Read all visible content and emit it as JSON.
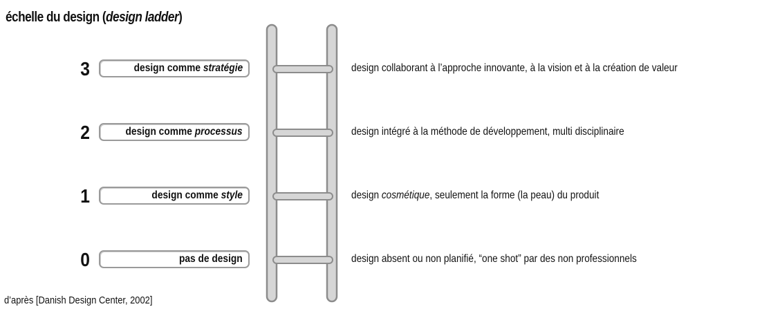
{
  "title": {
    "main": "échelle du design (",
    "italic": "design ladder",
    "end": ")"
  },
  "levels": [
    {
      "number": "3",
      "label_main": "design comme ",
      "label_italic": "stratégie",
      "desc_before": "design collaborant à l’approche innovante, à la vision et à la création de valeur",
      "desc_italic": "",
      "desc_after": ""
    },
    {
      "number": "2",
      "label_main": "design comme ",
      "label_italic": "processus",
      "desc_before": "design intégré à la méthode de développement, multi disciplinaire",
      "desc_italic": "",
      "desc_after": ""
    },
    {
      "number": "1",
      "label_main": "design comme ",
      "label_italic": "style",
      "desc_before": "design ",
      "desc_italic": "cosmétique",
      "desc_after": ", seulement la forme (la peau) du produit"
    },
    {
      "number": "0",
      "label_main": "pas de design",
      "label_italic": "",
      "desc_before": "design absent ou non planifié, “one shot” par des non professionnels",
      "desc_italic": "",
      "desc_after": ""
    }
  ],
  "source": "d’après [Danish Design Center, 2002]",
  "colors": {
    "ladder_stroke": "#8c8c8c",
    "ladder_fill": "#d6d6d6",
    "box_border": "#9a9a9a",
    "text": "#111111"
  }
}
